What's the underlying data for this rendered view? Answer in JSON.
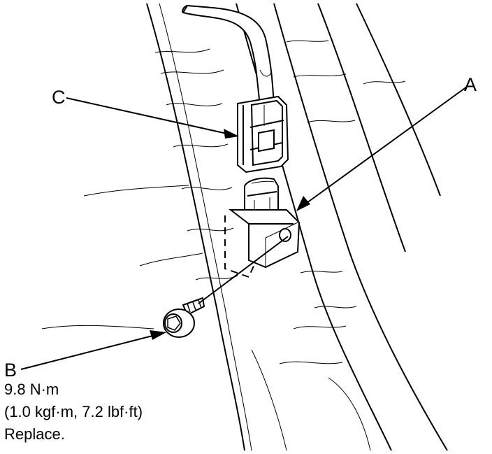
{
  "callouts": {
    "a": "A",
    "b": "B",
    "c": "C"
  },
  "specification": {
    "torque": "9.8 N·m",
    "torque_alt": "(1.0 kgf·m, 7.2 lbf·ft)",
    "note": "Replace."
  }
}
